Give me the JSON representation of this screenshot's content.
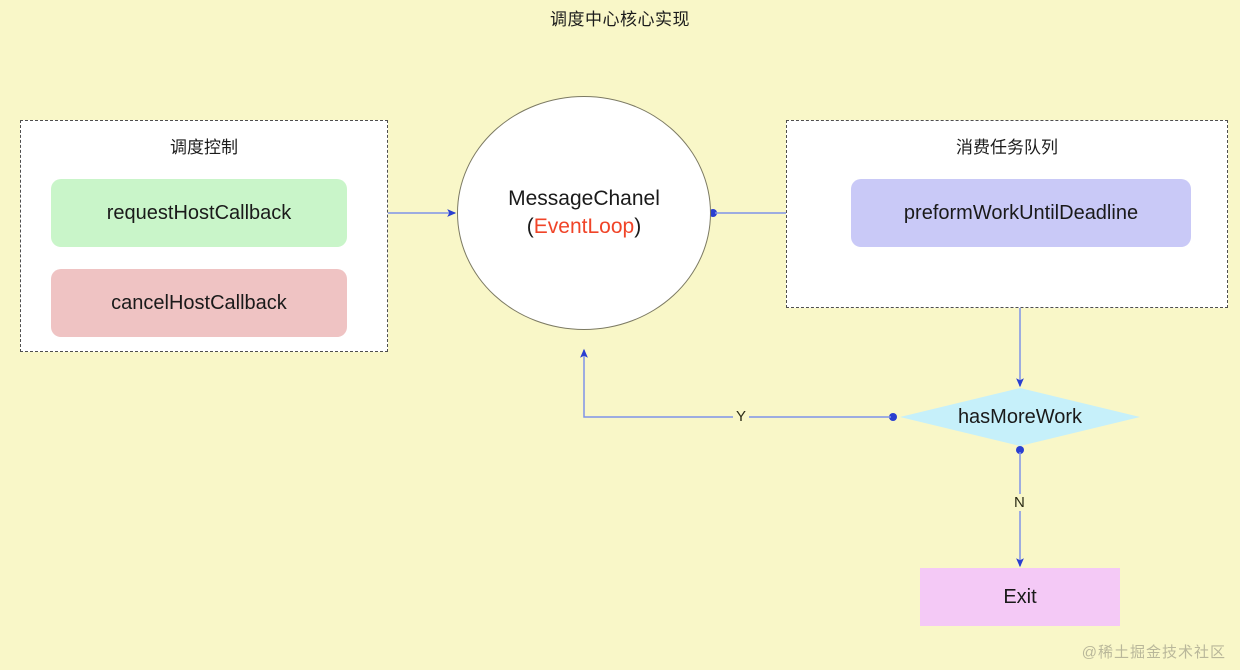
{
  "title": "调度中心核心实现",
  "background_color": "#f9f7c8",
  "groups": [
    {
      "id": "scheduling",
      "title": "调度控制",
      "nodes": [
        {
          "id": "request",
          "label": "requestHostCallback",
          "color": "#c9f5c9",
          "shape": "rounded-rect"
        },
        {
          "id": "cancel",
          "label": "cancelHostCallback",
          "color": "#efc3c3",
          "shape": "rounded-rect"
        }
      ]
    },
    {
      "id": "consume",
      "title": "消费任务队列",
      "nodes": [
        {
          "id": "preform",
          "label": "preformWorkUntilDeadline",
          "color": "#c9c9f7",
          "shape": "rounded-rect"
        }
      ]
    }
  ],
  "center_node": {
    "id": "messagechannel",
    "line1": "MessageChanel",
    "paren_open": "(",
    "highlight": "EventLoop",
    "paren_close": ")",
    "highlight_color": "#f04428",
    "shape": "circle",
    "color": "#ffffff"
  },
  "decision": {
    "id": "hasMoreWork",
    "label": "hasMoreWork",
    "color": "#c6f0fa",
    "shape": "diamond"
  },
  "terminal": {
    "id": "exit",
    "label": "Exit",
    "color": "#f4c9f6",
    "shape": "rect"
  },
  "edges": [
    {
      "from": "requestHostCallback",
      "to": "MessageChanel",
      "label": ""
    },
    {
      "from": "MessageChanel",
      "to": "preformWorkUntilDeadline",
      "label": ""
    },
    {
      "from": "preformWorkUntilDeadline",
      "to": "hasMoreWork",
      "label": ""
    },
    {
      "from": "hasMoreWork",
      "to": "MessageChanel",
      "label": "Y"
    },
    {
      "from": "hasMoreWork",
      "to": "Exit",
      "label": "N"
    }
  ],
  "edge_labels": {
    "yes": "Y",
    "no": "N"
  },
  "edge_color": "#3a5bd9",
  "watermark": "@稀土掘金技术社区"
}
